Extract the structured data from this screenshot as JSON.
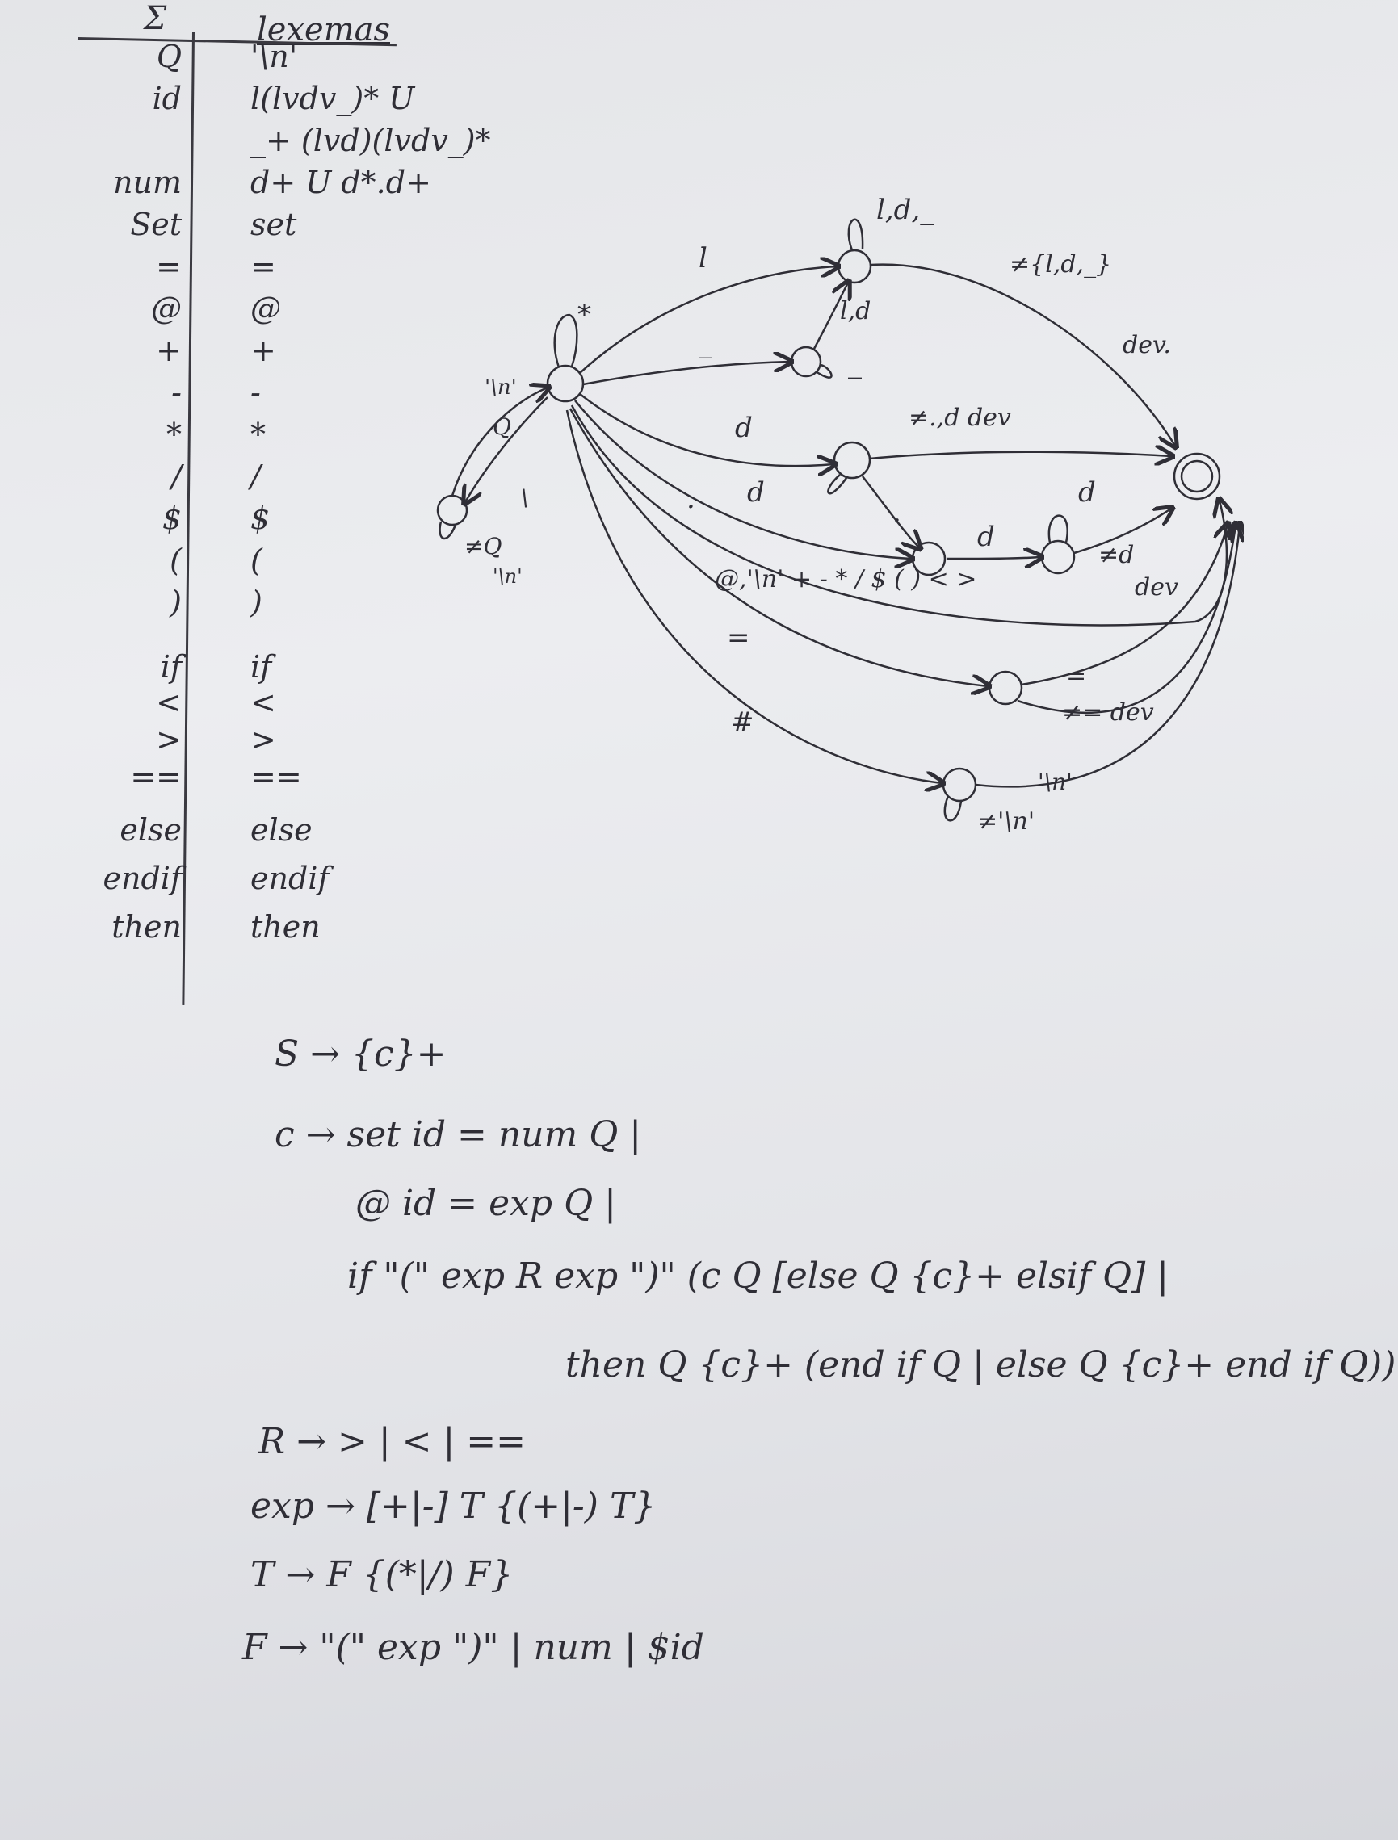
{
  "table": {
    "header_sigma": "Σ",
    "header_lexemas": "lexemas",
    "rows": [
      {
        "token": "Q",
        "lexema": "'\\n'"
      },
      {
        "token": "id",
        "lexema": "l(lvdv_)* U"
      },
      {
        "token": "",
        "lexema": "_+ (lvd)(lvdv_)*"
      },
      {
        "token": "num",
        "lexema": "d+ U d*.d+"
      },
      {
        "token": "Set",
        "lexema": "set"
      },
      {
        "token": "=",
        "lexema": "="
      },
      {
        "token": "@",
        "lexema": "@"
      },
      {
        "token": "+",
        "lexema": "+"
      },
      {
        "token": "-",
        "lexema": "-"
      },
      {
        "token": "*",
        "lexema": "*"
      },
      {
        "token": "/",
        "lexema": "/"
      },
      {
        "token": "$",
        "lexema": "$"
      },
      {
        "token": "(",
        "lexema": "("
      },
      {
        "token": ")",
        "lexema": ")"
      },
      {
        "token": "if",
        "lexema": "if"
      },
      {
        "token": "<",
        "lexema": "<"
      },
      {
        "token": ">",
        "lexema": ">"
      },
      {
        "token": "==",
        "lexema": "=="
      },
      {
        "token": "else",
        "lexema": "else"
      },
      {
        "token": "endif",
        "lexema": "endif"
      },
      {
        "token": "then",
        "lexema": "then"
      }
    ]
  },
  "automaton": {
    "labels": {
      "start_loop": "*",
      "q_label": "'\\n'",
      "q_symbol": "Q",
      "to_comment": "\\",
      "comment_loop": "≠Q",
      "comment_loop2": "'\\n'",
      "l_edge": "l",
      "id_loop": "l,d,_",
      "id_exit": "≠{l,d,_}",
      "id_exit_dev": "dev.",
      "under_edge": "_",
      "under_to_id": "l,d",
      "under_loop": "_",
      "d_edge": "d",
      "num_exit": "≠.,d dev",
      "dot_edge": ".",
      "dot_d": "d",
      "num_loop": "d",
      "num_dot": ".",
      "frac_d": "d",
      "frac_loop": "d",
      "frac_exit": "≠d",
      "frac_dev": "dev",
      "single_chars": "@,'\\n' + - * / $ ( ) < >",
      "eq_edge": "=",
      "eqeq": "=",
      "eq_dev": "≠= dev",
      "hash_edge": "#",
      "hash_loop": "≠'\\n'",
      "hash_exit": "'\\n'"
    }
  },
  "grammar": {
    "lines": [
      "S → {c}+",
      "c → set id = num Q |",
      "@ id = exp Q |",
      "if \"(\" exp R exp \")\" (c Q [else Q {c}+ elsif Q] |",
      "then Q {c}+ (end if Q | else Q {c}+ end if Q))",
      "R → > | < | ==",
      "exp → [+|-] T {(+|-) T}",
      "T → F {(*|/) F}",
      "F → \"(\" exp \")\" | num | $id"
    ]
  }
}
